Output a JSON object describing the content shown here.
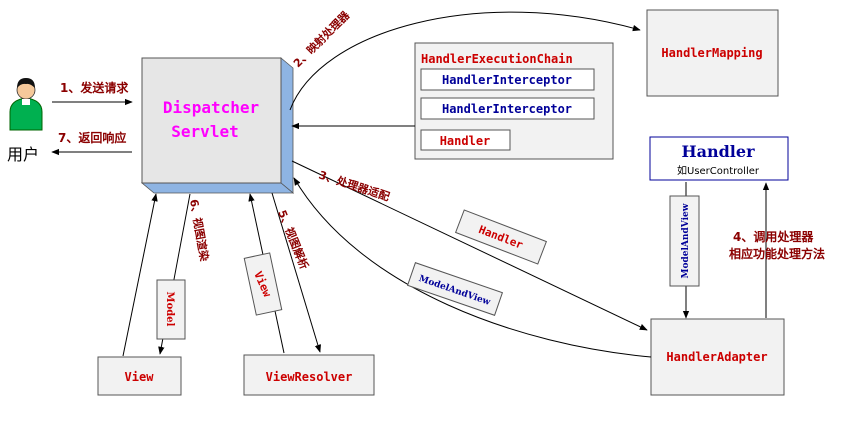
{
  "colors": {
    "servlet_face": "#e6e6e6",
    "servlet_shadow": "#8eb4e3",
    "box_fill": "#f2f2f2",
    "label_red": "#cc0000",
    "label_blue": "#000099",
    "step_text": "#8b0000",
    "servlet_text": "#ff00ff"
  },
  "user": {
    "icon": "user-person-icon",
    "label": "用户"
  },
  "dispatcher": {
    "line1": "Dispatcher",
    "line2": "Servlet"
  },
  "handler_mapping": {
    "label": "HandlerMapping"
  },
  "execution_chain": {
    "title": "HandlerExecutionChain",
    "interceptor1": "HandlerInterceptor",
    "interceptor2": "HandlerInterceptor",
    "handler": "Handler"
  },
  "handler_box": {
    "title": "Handler",
    "subtitle": "如UserController"
  },
  "handler_adapter": {
    "label": "HandlerAdapter"
  },
  "view": {
    "label": "View"
  },
  "view_resolver": {
    "label": "ViewResolver"
  },
  "tags": {
    "handler": "Handler",
    "model_and_view": "ModelAndView",
    "model_and_view_vertical": "ModelAndView",
    "view": "View",
    "model": "Model"
  },
  "steps": {
    "s1": "1、发送请求",
    "s2": "2、映射处理器",
    "s3": "3、处理器适配",
    "s4_line1": "4、调用处理器",
    "s4_line2": "相应功能处理方法",
    "s5": "5、视图解析",
    "s6": "6、视图渲染",
    "s7": "7、返回响应"
  }
}
